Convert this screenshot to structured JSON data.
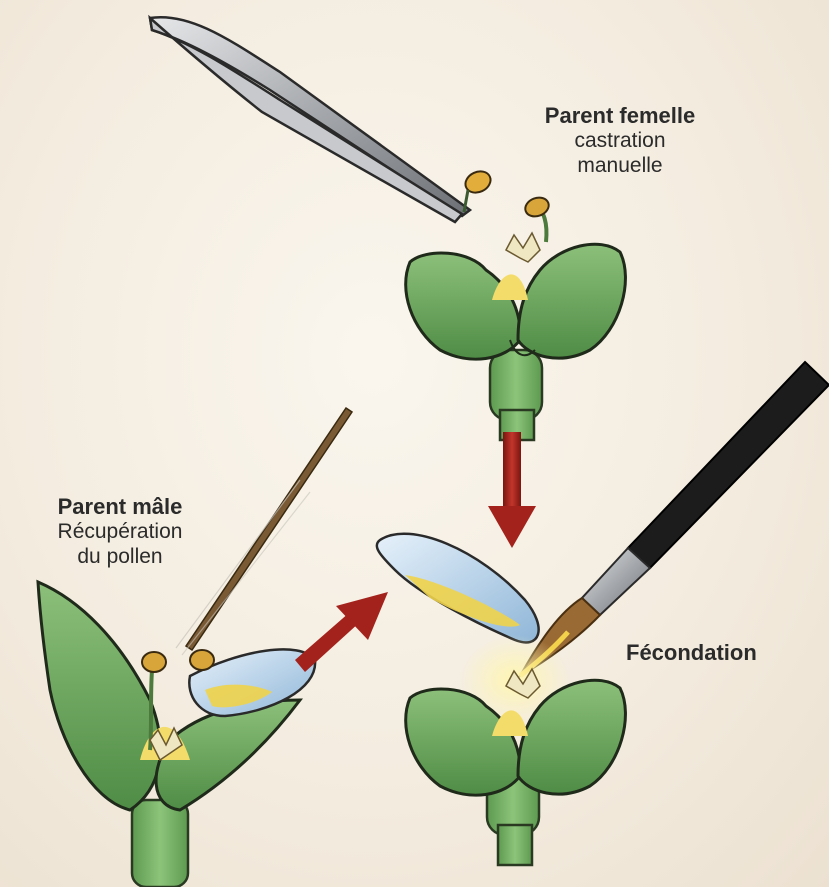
{
  "labels": {
    "female_parent": {
      "title": "Parent femelle",
      "line1": "castration",
      "line2": "manuelle"
    },
    "male_parent": {
      "title": "Parent mâle",
      "line1": "Récupération",
      "line2": "du pollen"
    },
    "fecundation": "Fécondation"
  },
  "colors": {
    "petal": "#6fa85c",
    "petal_dark": "#3f7a38",
    "stem": "#7fb56a",
    "pollen": "#f2d24a",
    "anther": "#d7a53a",
    "arrow": "#a3221c",
    "dish": "#bcd8ee",
    "tweezers": "#a9abae",
    "brush_handle": "#1c1c1c"
  },
  "icons": [
    "tweezers-icon",
    "flower-icon",
    "stick-icon",
    "dish-icon",
    "brush-icon",
    "arrow-icon"
  ]
}
